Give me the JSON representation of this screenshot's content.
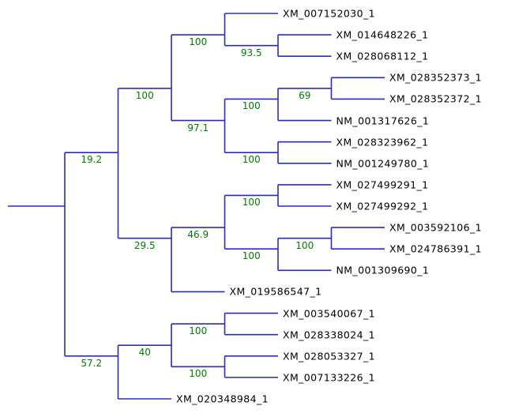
{
  "figure": {
    "kind": "phylogenetic-tree",
    "orientation": "left-to-right"
  },
  "style": {
    "branch_color": "#2b2bbd",
    "support_color": "#008000",
    "label_color": "#000000",
    "background": "#ffffff"
  },
  "tree": {
    "root": {
      "children": [
        {
          "support": "19.2",
          "children": [
            {
              "support": "100",
              "children": [
                {
                  "support": "100",
                  "children": [
                    {
                      "name": "XM_007152030_1"
                    },
                    {
                      "support": "93.5",
                      "children": [
                        {
                          "name": "XM_014648226_1"
                        },
                        {
                          "name": "XM_028068112_1"
                        }
                      ]
                    }
                  ]
                },
                {
                  "support": "97.1",
                  "children": [
                    {
                      "support": "100",
                      "children": [
                        {
                          "support": "69",
                          "children": [
                            {
                              "name": "XM_028352373_1"
                            },
                            {
                              "name": "XM_028352372_1"
                            }
                          ]
                        },
                        {
                          "name": "NM_001317626_1"
                        }
                      ]
                    },
                    {
                      "support": "100",
                      "children": [
                        {
                          "name": "XM_028323962_1"
                        },
                        {
                          "name": "NM_001249780_1"
                        }
                      ]
                    }
                  ]
                }
              ]
            },
            {
              "support": "29.5",
              "children": [
                {
                  "support": "46.9",
                  "children": [
                    {
                      "support": "100",
                      "children": [
                        {
                          "name": "XM_027499291_1"
                        },
                        {
                          "name": "XM_027499292_1"
                        }
                      ]
                    },
                    {
                      "support": "100",
                      "children": [
                        {
                          "support": "100",
                          "children": [
                            {
                              "name": "XM_003592106_1"
                            },
                            {
                              "name": "XM_024786391_1"
                            }
                          ]
                        },
                        {
                          "name": "NM_001309690_1"
                        }
                      ]
                    }
                  ]
                },
                {
                  "name": "XM_019586547_1"
                }
              ]
            }
          ]
        },
        {
          "support": "57.2",
          "children": [
            {
              "support": "40",
              "children": [
                {
                  "support": "100",
                  "children": [
                    {
                      "name": "XM_003540067_1"
                    },
                    {
                      "name": "XM_028338024_1"
                    }
                  ]
                },
                {
                  "support": "100",
                  "children": [
                    {
                      "name": "XM_028053327_1"
                    },
                    {
                      "name": "XM_007133226_1"
                    }
                  ]
                }
              ]
            },
            {
              "name": "XM_020348984_1"
            }
          ]
        }
      ]
    }
  }
}
